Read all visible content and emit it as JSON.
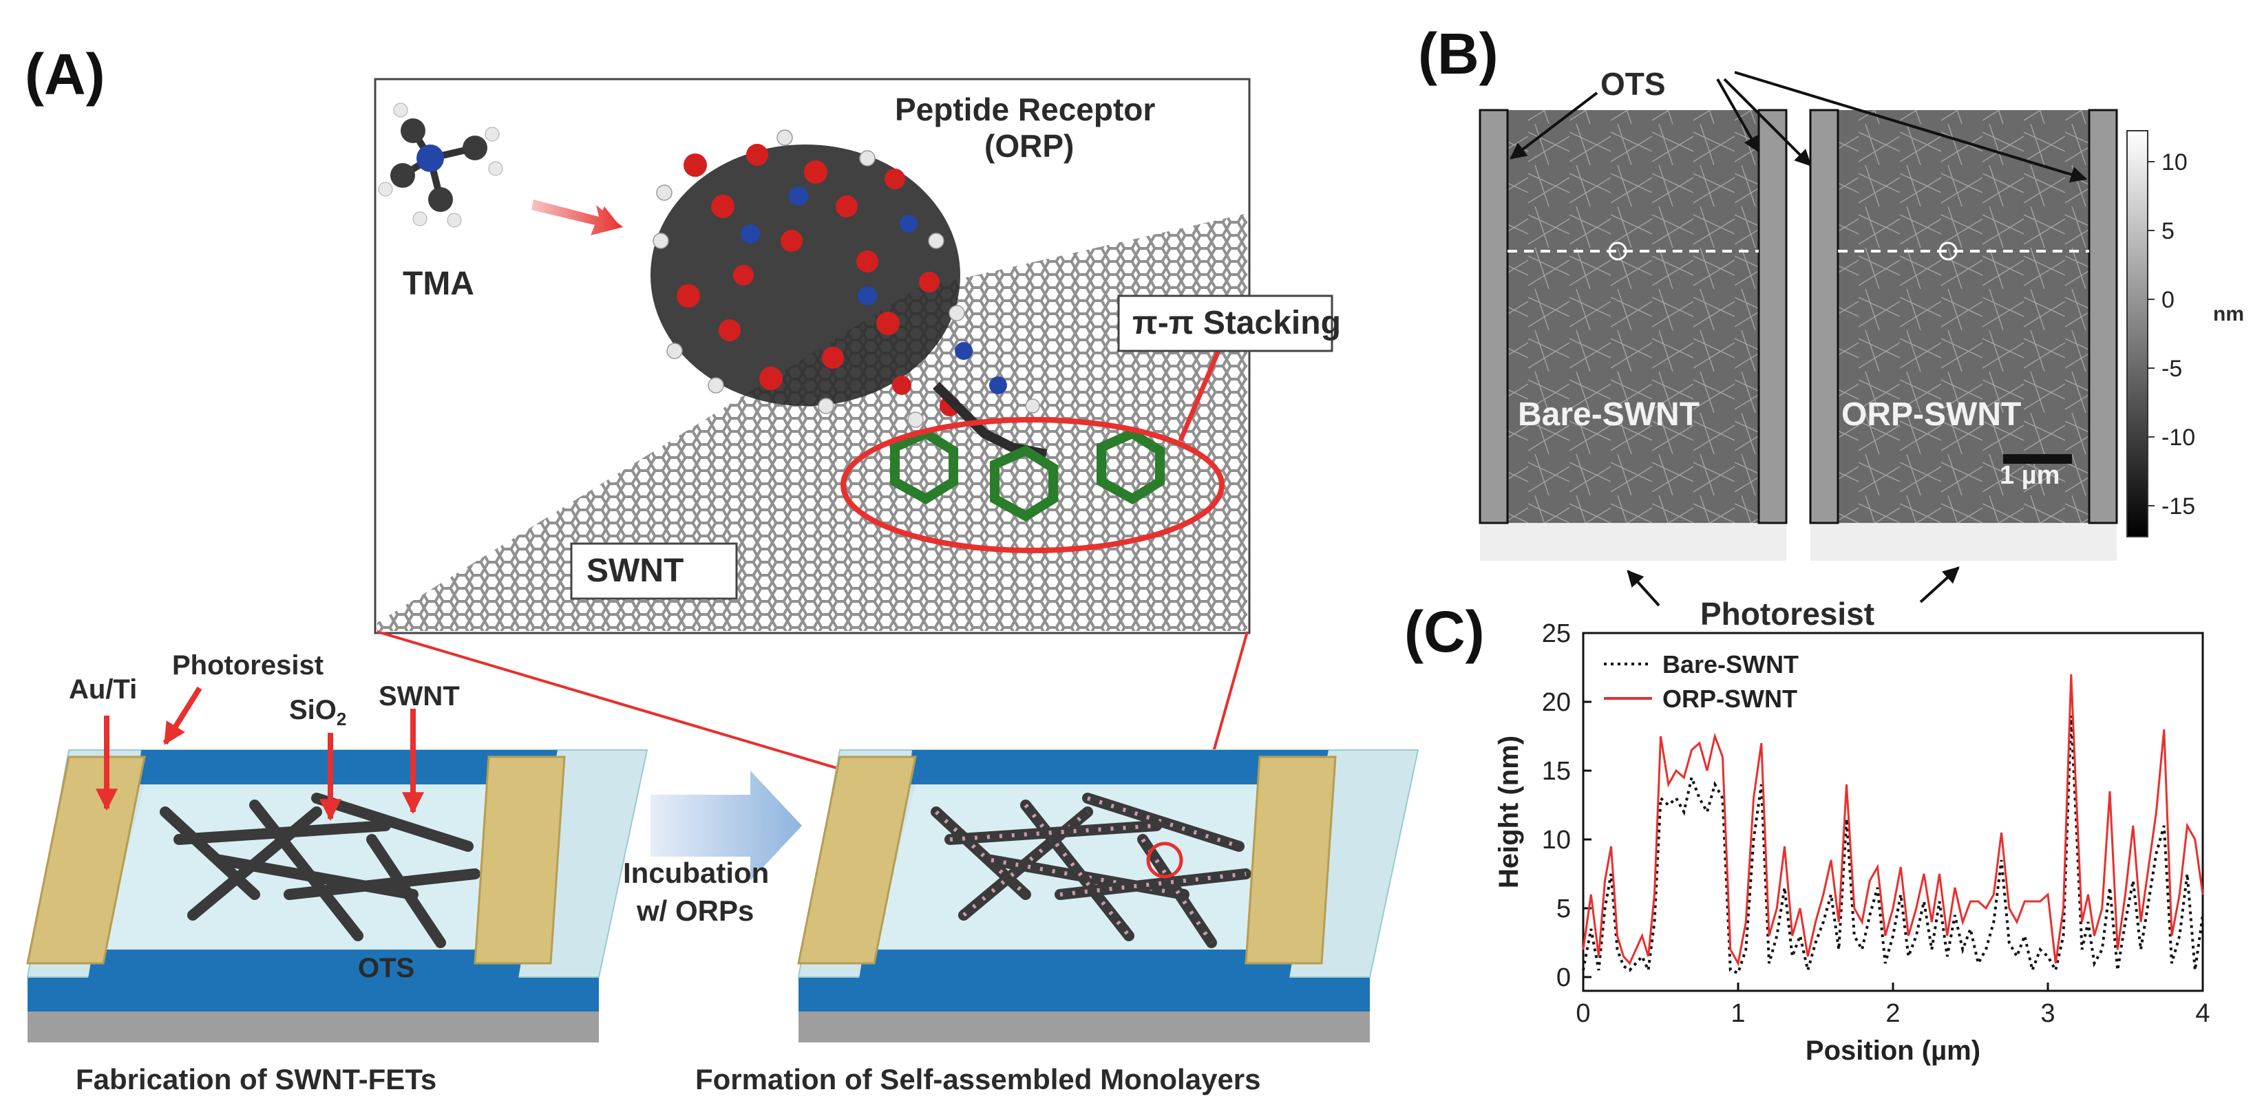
{
  "panels": {
    "a": "(A)",
    "b": "(B)",
    "c": "(C)"
  },
  "panel_a": {
    "inset": {
      "peptide_receptor": "Peptide Receptor",
      "orp": "(ORP)",
      "tma": "TMA",
      "pi_stacking": "π-π Stacking",
      "swnt": "SWNT"
    },
    "device": {
      "au_ti": "Au/Ti",
      "photoresist": "Photoresist",
      "sio2_base": "SiO",
      "sio2_sub": "2",
      "swnt": "SWNT",
      "ots": "OTS",
      "incubation_line1": "Incubation",
      "incubation_line2": "w/ ORPs",
      "caption_left": "Fabrication of SWNT-FETs",
      "caption_right": "Formation of Self-assembled Monolayers"
    }
  },
  "panel_b": {
    "ots": "OTS",
    "bare_label": "Bare-SWNT",
    "orp_label": "ORP-SWNT",
    "scale_bar": "1 µm",
    "photoresist": "Photoresist",
    "colorbar_ticks": [
      "10",
      "5",
      "0",
      "-5",
      "-10",
      "-15"
    ],
    "colorbar_unit": "nm"
  },
  "chart_data": {
    "type": "line",
    "title": "",
    "xlabel": "Position (µm)",
    "ylabel": "Height (nm)",
    "xlim": [
      0,
      4
    ],
    "ylim": [
      -1,
      25
    ],
    "xticks": [
      0,
      1,
      2,
      3,
      4
    ],
    "yticks": [
      0,
      5,
      10,
      15,
      20,
      25
    ],
    "legend": "top-left",
    "series": [
      {
        "name": "Bare-SWNT",
        "style": "dotted",
        "color": "#111111",
        "x": [
          0.0,
          0.05,
          0.1,
          0.14,
          0.18,
          0.22,
          0.26,
          0.3,
          0.34,
          0.38,
          0.42,
          0.46,
          0.5,
          0.55,
          0.6,
          0.65,
          0.7,
          0.75,
          0.8,
          0.85,
          0.9,
          0.95,
          1.0,
          1.05,
          1.1,
          1.15,
          1.2,
          1.25,
          1.3,
          1.35,
          1.4,
          1.45,
          1.5,
          1.55,
          1.6,
          1.65,
          1.7,
          1.75,
          1.8,
          1.85,
          1.9,
          1.95,
          2.0,
          2.05,
          2.1,
          2.15,
          2.2,
          2.25,
          2.3,
          2.35,
          2.4,
          2.45,
          2.5,
          2.55,
          2.6,
          2.65,
          2.7,
          2.75,
          2.8,
          2.85,
          2.9,
          2.95,
          3.0,
          3.05,
          3.1,
          3.15,
          3.18,
          3.22,
          3.26,
          3.3,
          3.35,
          3.4,
          3.45,
          3.5,
          3.55,
          3.6,
          3.65,
          3.7,
          3.75,
          3.8,
          3.85,
          3.9,
          3.95,
          4.0
        ],
        "y": [
          0.5,
          3.5,
          0.5,
          5.0,
          7.5,
          2.0,
          0.8,
          0.5,
          1.0,
          1.5,
          0.5,
          4.0,
          13.0,
          12.5,
          13.0,
          12.0,
          14.5,
          13.0,
          12.0,
          14.0,
          13.0,
          0.5,
          0.3,
          2.0,
          10.0,
          14.0,
          1.0,
          3.0,
          6.5,
          1.5,
          3.0,
          0.5,
          2.5,
          4.0,
          6.0,
          2.0,
          11.5,
          3.0,
          2.0,
          4.5,
          6.5,
          1.0,
          3.0,
          6.0,
          1.5,
          3.0,
          5.5,
          2.0,
          5.5,
          1.5,
          4.5,
          2.0,
          3.5,
          1.0,
          2.0,
          4.0,
          8.5,
          2.5,
          1.5,
          3.0,
          0.5,
          2.0,
          1.5,
          0.5,
          3.0,
          19.0,
          12.0,
          2.0,
          4.0,
          1.0,
          2.0,
          6.5,
          0.5,
          4.0,
          7.0,
          2.0,
          5.5,
          9.0,
          11.0,
          1.0,
          3.0,
          7.5,
          0.5,
          4.5
        ]
      },
      {
        "name": "ORP-SWNT",
        "style": "solid",
        "color": "#e8302e",
        "x": [
          0.0,
          0.05,
          0.1,
          0.14,
          0.18,
          0.22,
          0.26,
          0.3,
          0.34,
          0.38,
          0.42,
          0.46,
          0.5,
          0.55,
          0.6,
          0.65,
          0.7,
          0.75,
          0.8,
          0.85,
          0.9,
          0.95,
          1.0,
          1.05,
          1.1,
          1.15,
          1.2,
          1.25,
          1.3,
          1.35,
          1.4,
          1.45,
          1.5,
          1.55,
          1.6,
          1.65,
          1.7,
          1.75,
          1.8,
          1.85,
          1.9,
          1.95,
          2.0,
          2.05,
          2.1,
          2.15,
          2.2,
          2.25,
          2.3,
          2.35,
          2.4,
          2.45,
          2.5,
          2.55,
          2.6,
          2.65,
          2.7,
          2.75,
          2.8,
          2.85,
          2.9,
          2.95,
          3.0,
          3.05,
          3.1,
          3.15,
          3.18,
          3.22,
          3.26,
          3.3,
          3.35,
          3.4,
          3.45,
          3.5,
          3.55,
          3.6,
          3.65,
          3.7,
          3.75,
          3.8,
          3.85,
          3.9,
          3.95,
          4.0
        ],
        "y": [
          2.0,
          6.0,
          1.5,
          7.0,
          9.5,
          3.0,
          1.5,
          1.0,
          2.0,
          3.0,
          1.5,
          6.0,
          17.5,
          14.0,
          15.0,
          14.5,
          16.5,
          17.0,
          15.0,
          17.5,
          16.0,
          2.0,
          1.0,
          4.0,
          13.0,
          17.0,
          3.0,
          5.0,
          9.5,
          3.0,
          5.0,
          1.5,
          4.0,
          6.0,
          8.5,
          4.0,
          14.0,
          5.0,
          4.0,
          7.0,
          8.0,
          3.0,
          5.0,
          8.0,
          3.0,
          5.0,
          7.5,
          4.0,
          7.5,
          3.0,
          6.5,
          4.0,
          5.5,
          5.5,
          5.0,
          6.0,
          10.5,
          5.0,
          4.0,
          5.5,
          5.5,
          5.5,
          6.0,
          1.0,
          5.0,
          22.0,
          14.0,
          4.0,
          6.0,
          3.0,
          5.0,
          13.5,
          2.0,
          6.0,
          11.0,
          4.0,
          8.0,
          12.0,
          18.0,
          3.0,
          6.0,
          11.0,
          10.0,
          6.0
        ]
      }
    ]
  }
}
